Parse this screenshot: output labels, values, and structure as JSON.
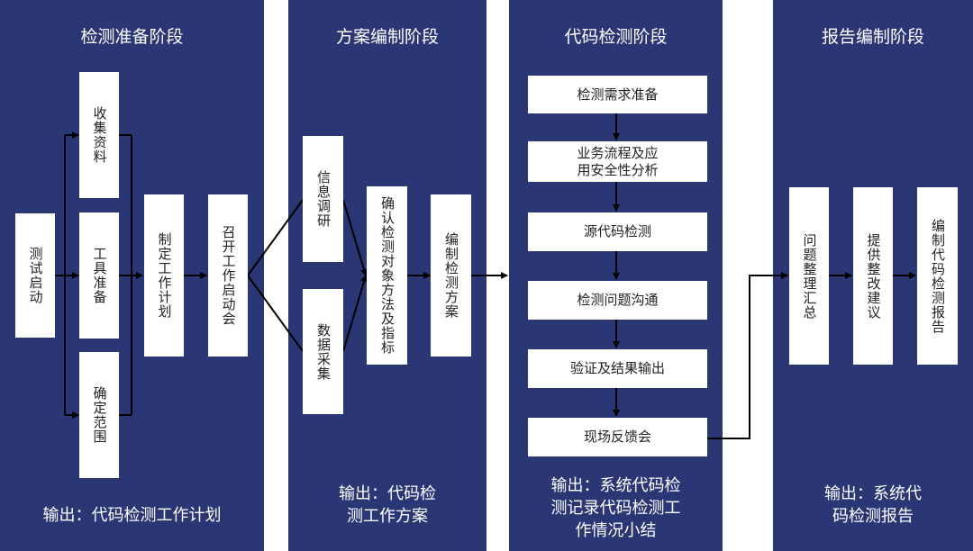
{
  "stages": [
    {
      "title": "检测准备阶段",
      "boxes": [
        "测试启动",
        "收集资料",
        "工具准备",
        "确定范围",
        "制定工作计划",
        "召开工作启动会"
      ],
      "output": "输出：代码检测工作计划"
    },
    {
      "title": "方案编制阶段",
      "boxes": [
        "信息调研",
        "数据采集",
        "确认检测对象方法及指标",
        "编制检测方案"
      ],
      "output_lines": [
        "输出：代码检",
        "测工作方案"
      ]
    },
    {
      "title": "代码检测阶段",
      "boxes": [
        "检测需求准备",
        "业务流程及应用安全性分析",
        "源代码检测",
        "检测问题沟通",
        "验证及结果输出",
        "现场反馈会"
      ],
      "box_lines": {
        "b1": [
          "业务流程及应",
          "用安全性分析"
        ]
      },
      "output_lines": [
        "输出：系统代码检",
        "测记录代码检测工",
        "作情况小结"
      ]
    },
    {
      "title": "报告编制阶段",
      "boxes": [
        "问题整理汇总",
        "提供整改建议",
        "编制代码检测报告"
      ],
      "output_lines": [
        "输出：系统代",
        "码检测报告"
      ]
    }
  ],
  "colors": {
    "panel": "#2b3674",
    "box": "#ffffff",
    "arrow": "#000000",
    "text": "#222222"
  }
}
